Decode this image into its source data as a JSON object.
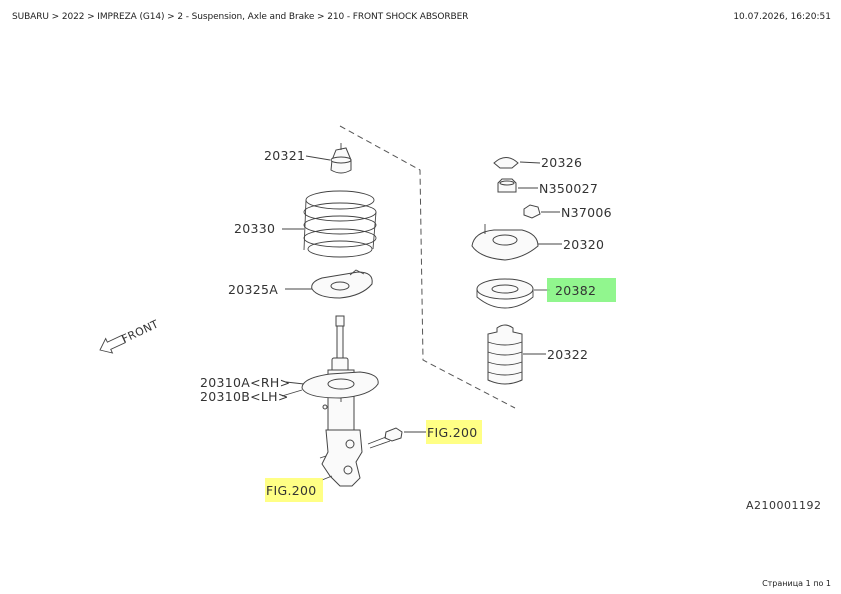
{
  "header": {
    "breadcrumb": "SUBARU > 2022 > IMPREZA (G14) > 2 - Suspension, Axle and Brake > 210 - FRONT SHOCK ABSORBER",
    "timestamp": "10.07.2026, 16:20:51"
  },
  "diagram": {
    "front_label": "FRONT",
    "drawing_id": "A210001192",
    "parts": {
      "p20321": "20321",
      "p20330": "20330",
      "p20325A": "20325A",
      "p20310A": "20310A<RH>",
      "p20310B": "20310B<LH>",
      "p20326": "20326",
      "pN350027": "N350027",
      "pN37006": "N37006",
      "p20320": "20320",
      "p20382": "20382",
      "p20322": "20322",
      "fig1": "FIG.200",
      "fig2": "FIG.200"
    },
    "highlight_colors": {
      "selected": "#7ef57a",
      "reference": "#ffff66"
    }
  },
  "footer": {
    "page_info": "Страница 1 по 1"
  }
}
